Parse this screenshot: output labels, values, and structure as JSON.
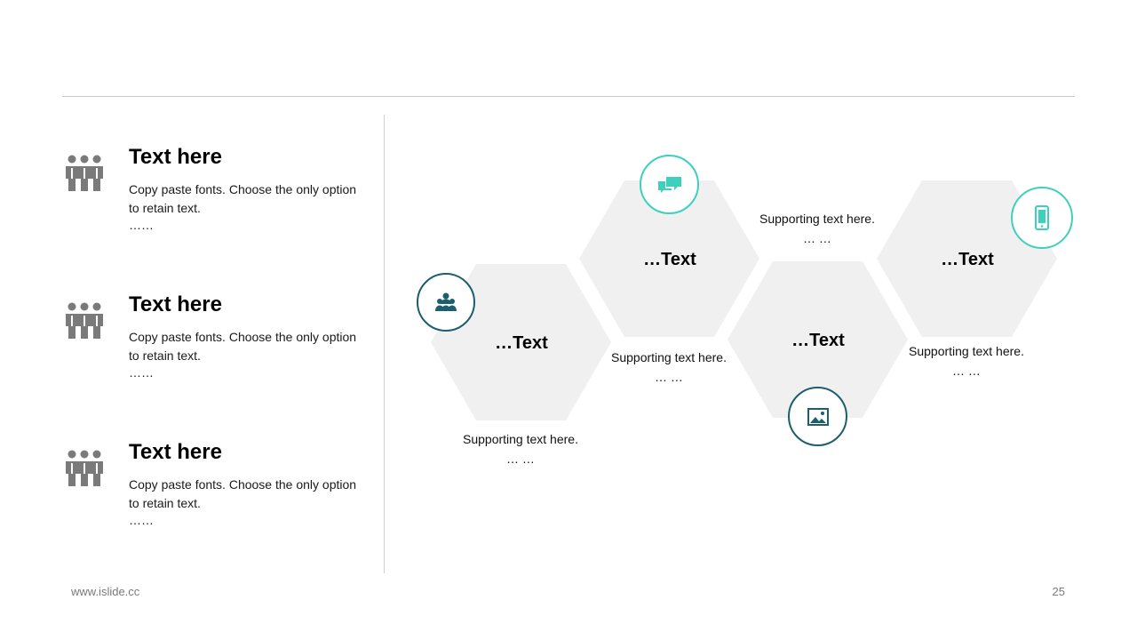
{
  "colors": {
    "accent_dark": "#1c5e6e",
    "accent_teal": "#3ed0bc",
    "hex_fill": "#f0f0f0",
    "icon_gray": "#7a7a7a"
  },
  "left_items": [
    {
      "title": "Text here",
      "body": "Copy paste fonts. Choose the only option to retain text.",
      "ellipsis": "……",
      "icon": "people-group-icon"
    },
    {
      "title": "Text here",
      "body": "Copy paste fonts. Choose the only option to retain text.",
      "ellipsis": "……",
      "icon": "people-group-icon"
    },
    {
      "title": "Text here",
      "body": "Copy paste fonts. Choose the only option to retain text.",
      "ellipsis": "……",
      "icon": "people-group-icon"
    }
  ],
  "hexes": [
    {
      "label": "…Text",
      "support": "Supporting text here.",
      "support_ellipsis": "… …",
      "icon": "users-icon"
    },
    {
      "label": "…Text",
      "support": "Supporting text here.",
      "support_ellipsis": "… …",
      "icon": "chat-bubbles-icon"
    },
    {
      "label": "…Text",
      "support": "Supporting text here.",
      "support_ellipsis": "… …",
      "icon": "image-icon"
    },
    {
      "label": "…Text",
      "support": "Supporting text here.",
      "support_ellipsis": "… …",
      "icon": "smartphone-icon"
    }
  ],
  "footer": {
    "website": "www.islide.cc",
    "page_number": "25"
  }
}
